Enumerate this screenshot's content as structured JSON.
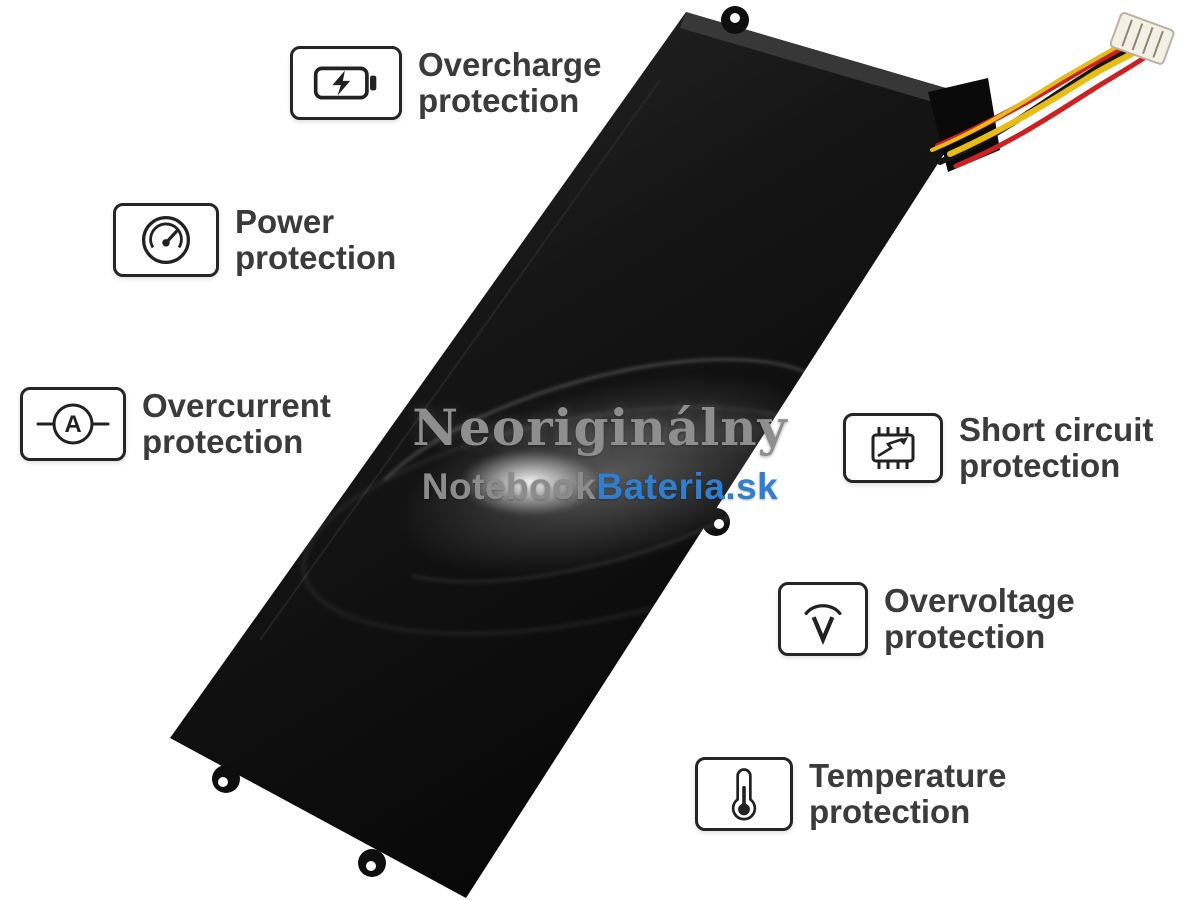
{
  "watermark": {
    "line1": "Neoriginálny",
    "line2_part1": "Notebook",
    "line2_part2": "Bateria.sk"
  },
  "features": [
    {
      "id": "overcharge",
      "icon": "battery-charge-icon",
      "line1": "Overcharge",
      "line2": "protection"
    },
    {
      "id": "power",
      "icon": "power-gauge-icon",
      "line1": "Power",
      "line2": "protection"
    },
    {
      "id": "overcurrent",
      "icon": "ammeter-icon",
      "line1": "Overcurrent",
      "line2": "protection"
    },
    {
      "id": "short-circuit",
      "icon": "chip-short-icon",
      "line1": "Short circuit",
      "line2": "protection"
    },
    {
      "id": "overvoltage",
      "icon": "voltage-arc-icon",
      "line1": "Overvoltage",
      "line2": "protection"
    },
    {
      "id": "temperature",
      "icon": "thermometer-icon",
      "line1": "Temperature",
      "line2": "protection"
    }
  ],
  "colors": {
    "watermark_blue": "#2f7fd0",
    "watermark_gray": "#8c8c8c",
    "label_text": "#3b3b3b",
    "battery_body": "#141414",
    "wire_red": "#cf1f1f",
    "wire_yellow": "#e7bc13",
    "wire_black": "#161616",
    "connector_white": "#f4f0e6"
  }
}
